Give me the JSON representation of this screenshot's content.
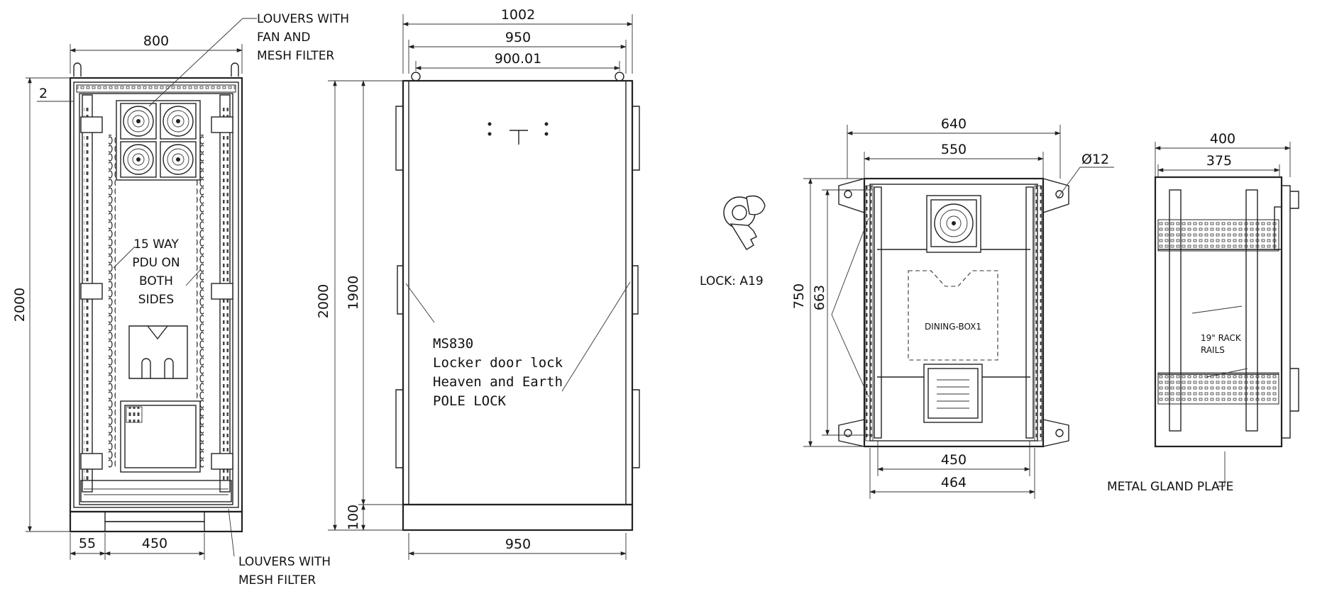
{
  "front_view": {
    "dims": {
      "width_outer": "800",
      "edge": "2",
      "height": "2000",
      "base_left": "55",
      "base_inner": "450"
    },
    "callouts": {
      "louvers_fan_line1": "LOUVERS WITH",
      "louvers_fan_line2": "FAN AND",
      "louvers_fan_line3": "MESH FILTER",
      "pdu_line1": "15 WAY",
      "pdu_line2": "PDU ON",
      "pdu_line3": "BOTH",
      "pdu_line4": "SIDES",
      "louvers_mesh_line1": "LOUVERS WITH",
      "louvers_mesh_line2": "MESH FILTER"
    }
  },
  "side_view": {
    "dims": {
      "width_1002": "1002",
      "width_950_top": "950",
      "width_900": "900.01",
      "height_2000": "2000",
      "height_1900": "1900",
      "plinth_100": "100",
      "width_950_bottom": "950"
    },
    "lock_text": {
      "line1": "MS830",
      "line2": "Locker door lock",
      "line3": "Heaven and Earth",
      "line4": "POLE LOCK"
    }
  },
  "key": {
    "label": "LOCK: A19"
  },
  "top_view": {
    "dims": {
      "width_640": "640",
      "width_550": "550",
      "hole": "Ø12",
      "depth_750": "750",
      "depth_663": "663",
      "width_450": "450",
      "width_464": "464"
    },
    "center_label": "DINING-BOX1"
  },
  "end_view": {
    "dims": {
      "width_400": "400",
      "width_375": "375"
    },
    "rack_rails_line1": "19\" RACK",
    "rack_rails_line2": "RAILS",
    "gland_plate": "METAL GLAND PLATE"
  }
}
